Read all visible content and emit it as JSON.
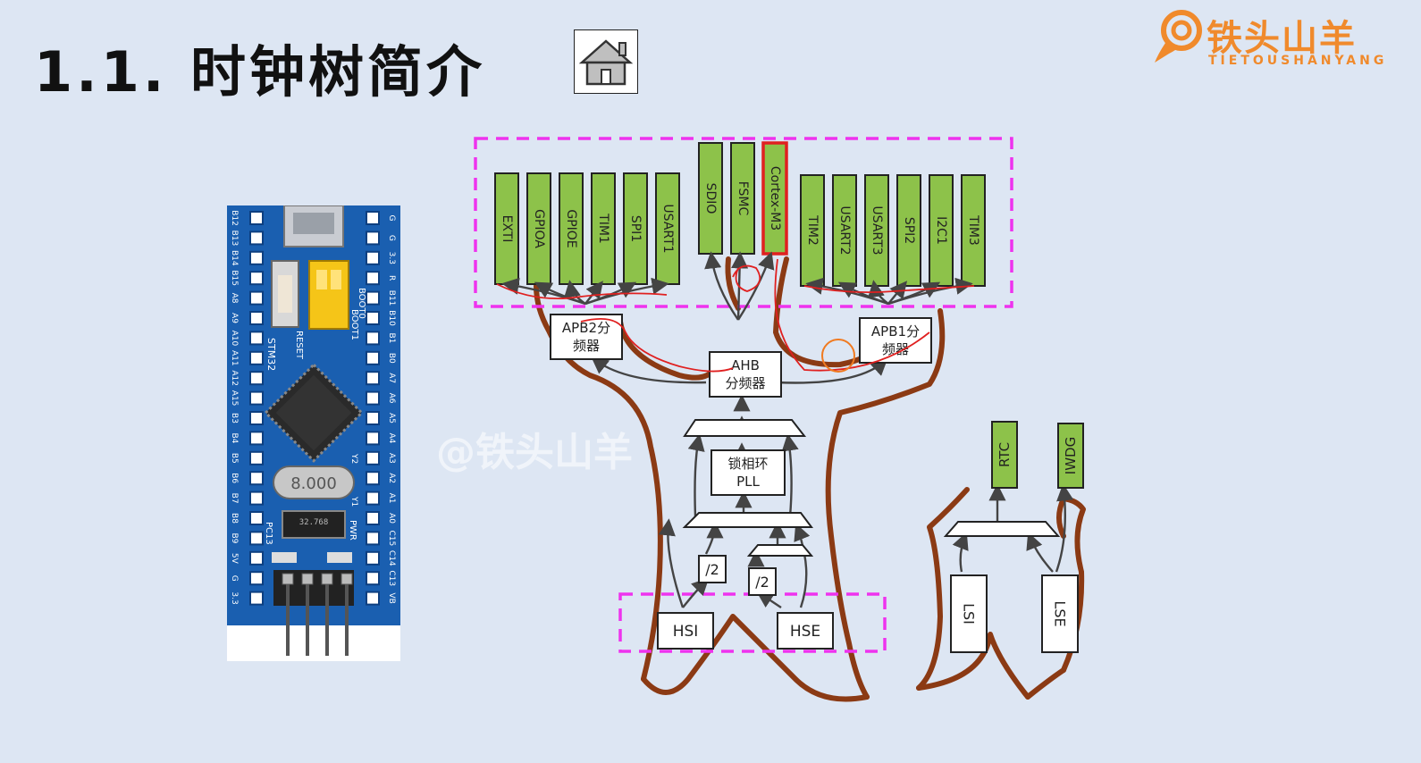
{
  "title": "1.1. 时钟树简介",
  "home_icon": "house-icon",
  "logo": {
    "name": "铁头山羊",
    "subtitle": "TIETOUSHANYANG",
    "icon": "goat-head-icon"
  },
  "watermark": "@铁头山羊",
  "board": {
    "left_pins": [
      "B12",
      "B13",
      "B14",
      "B15",
      "A8",
      "A9",
      "A10",
      "A11",
      "A12",
      "A15",
      "B3",
      "B4",
      "B5",
      "B6",
      "B7",
      "B8",
      "B9",
      "5V",
      "G",
      "3.3"
    ],
    "right_pins": [
      "G",
      "G",
      "3.3",
      "R",
      "B11",
      "B10",
      "B1",
      "B0",
      "A7",
      "A6",
      "A5",
      "A4",
      "A3",
      "A2",
      "A1",
      "A0",
      "C15",
      "C14",
      "C13",
      "VB"
    ],
    "crystal": "8.000",
    "small_crystal": "32.768",
    "labels": {
      "stm": "STM32",
      "reset": "RESET",
      "boot0": "BOOT0",
      "boot1": "BOOT1",
      "pwr": "PWR",
      "pc13": "PC13",
      "y1": "Y1",
      "y2": "Y2"
    }
  },
  "diagram": {
    "apb2_peripherals": [
      "EXTI",
      "GPIOA",
      "GPIOE",
      "TIM1",
      "SPI1",
      "USART1"
    ],
    "ahb_peripherals": [
      "SDIO",
      "FSMC",
      "Cortex-M3"
    ],
    "apb1_peripherals": [
      "TIM2",
      "USART2",
      "USART3",
      "SPI2",
      "I2C1",
      "TIM3"
    ],
    "apb2_divider": "APB2分频器",
    "apb1_divider": "APB1分频器",
    "ahb_divider": "AHB分频器",
    "pll": [
      "锁相环",
      "PLL"
    ],
    "div2": "/2",
    "hsi": "HSI",
    "hse": "HSE",
    "rtc": "RTC",
    "iwdg": "IWDG",
    "lsi": "LSI",
    "lse": "LSE",
    "colors": {
      "peripheral_fill": "#8dc24a",
      "highlight": "#e02020",
      "dashed_box": "#ee33ee",
      "tree_outline": "#8b3a14",
      "annotation_red": "#e02020",
      "annotation_orange": "#f07a20"
    }
  }
}
